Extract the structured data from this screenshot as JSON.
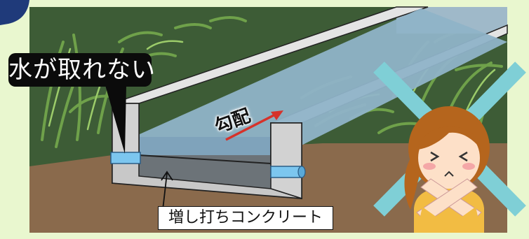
{
  "labels": {
    "no_water": "水が取れない",
    "slope": "勾配",
    "added_concrete": "増し打ちコンクリート"
  },
  "colors": {
    "background": "#e9f7cf",
    "scene_bg": "#3f5d37",
    "soil": "#8a6a4c",
    "water": "#8fb3c8",
    "concrete": "#d8d8d8",
    "pipe": "#7cc6ef",
    "arrow": "#d6322a",
    "cross": "#7fcfd6",
    "hair": "#b5651d",
    "shirt": "#f2bc43"
  },
  "icons": {
    "cross": "x-mark-icon",
    "person": "girl-crossed-arms-icon"
  }
}
